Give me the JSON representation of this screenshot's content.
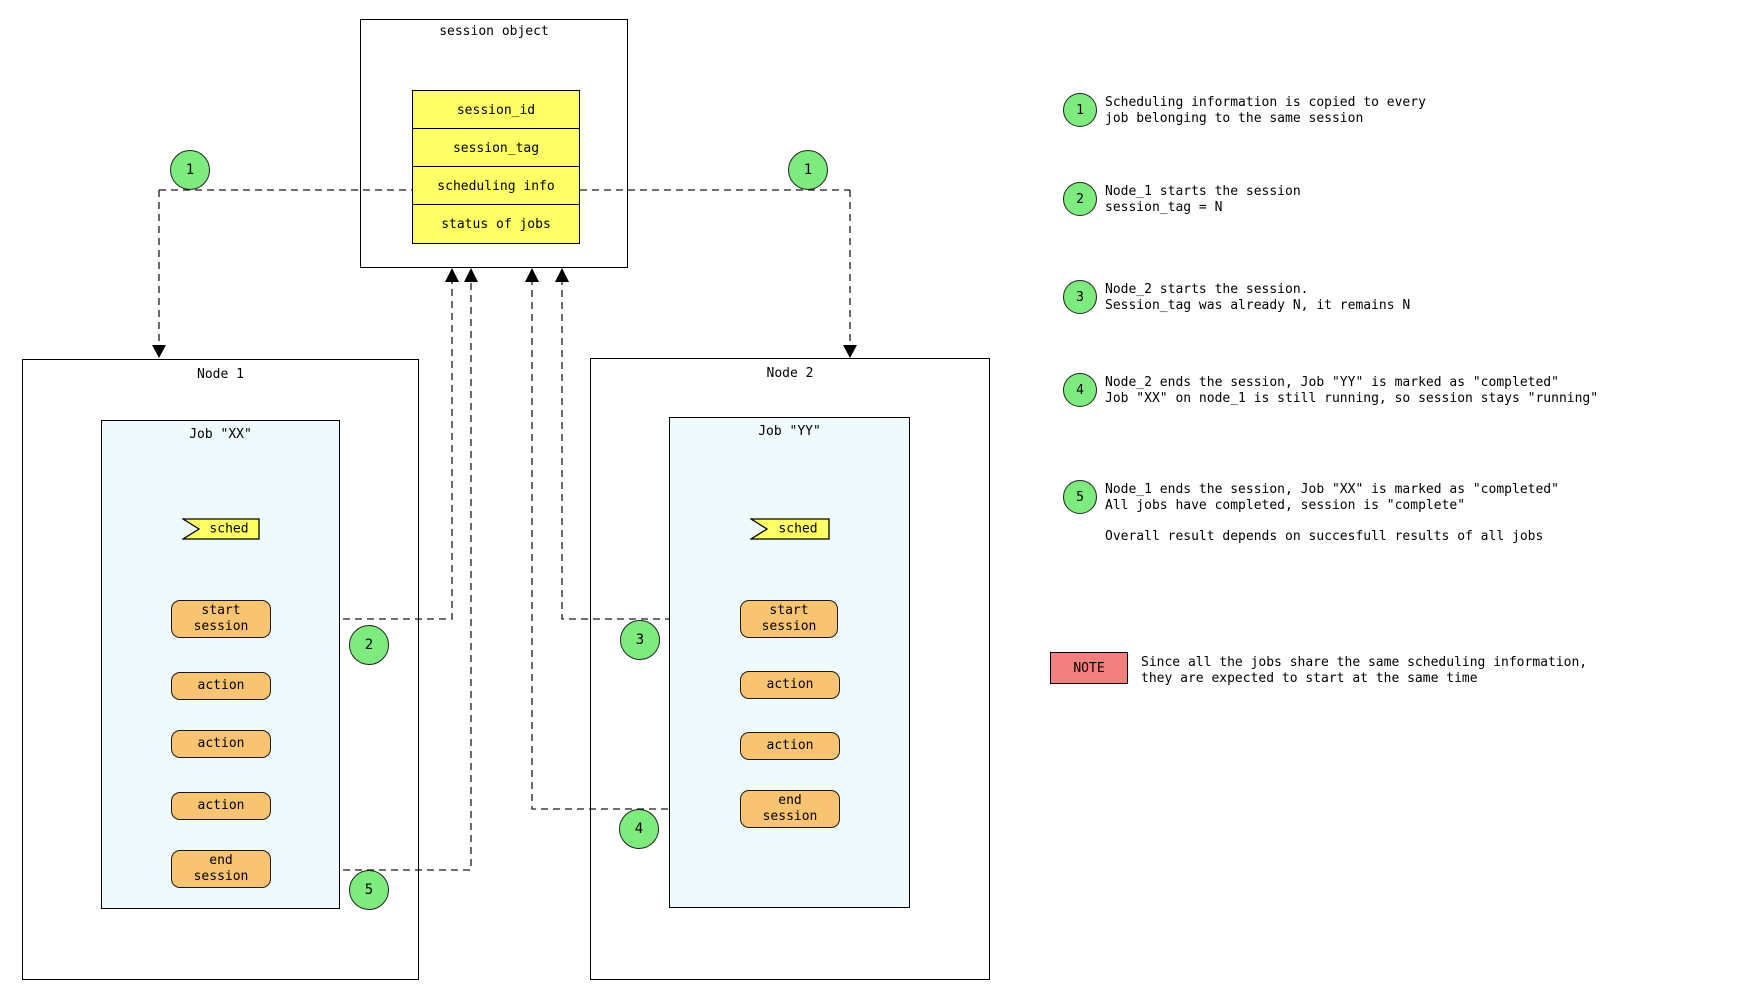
{
  "diagram": {
    "session_object": {
      "title": "session object",
      "fields": [
        "session_id",
        "session_tag",
        "scheduling info",
        "status of jobs"
      ]
    },
    "node1": {
      "title": "Node 1",
      "job_title": "Job \"XX\"",
      "sched_label": "sched",
      "steps": [
        "start\nsession",
        "action",
        "action",
        "action",
        "end\nsession"
      ]
    },
    "node2": {
      "title": "Node 2",
      "job_title": "Job \"YY\"",
      "sched_label": "sched",
      "steps": [
        "start\nsession",
        "action",
        "action",
        "end\nsession"
      ]
    },
    "badges": {
      "left1": "1",
      "right1": "1",
      "b2": "2",
      "b3": "3",
      "b4": "4",
      "b5": "5"
    },
    "colors": {
      "yellow": "#ffff66",
      "orange": "#f9c471",
      "green": "#7deb7d",
      "azure": "#eefafb",
      "salmon": "#f37f7f"
    }
  },
  "legend": {
    "items": [
      {
        "num": "1",
        "text": "Scheduling information is copied to every\njob belonging to the same session"
      },
      {
        "num": "2",
        "text": "Node_1 starts the session\nsession_tag = N"
      },
      {
        "num": "3",
        "text": "Node_2 starts the session.\nSession_tag was already N, it remains N"
      },
      {
        "num": "4",
        "text": "Node_2 ends the session, Job \"YY\" is marked as \"completed\"\nJob \"XX\" on node_1 is still running, so session stays \"running\""
      },
      {
        "num": "5",
        "text": "Node_1 ends the session, Job \"XX\" is marked as \"completed\"\nAll jobs have completed, session is \"complete\""
      }
    ],
    "overall_note": "Overall result depends on succesfull results of all jobs",
    "note": {
      "label": "NOTE",
      "text": "Since all the jobs share the same scheduling information,\nthey are expected to start at the same time"
    }
  }
}
